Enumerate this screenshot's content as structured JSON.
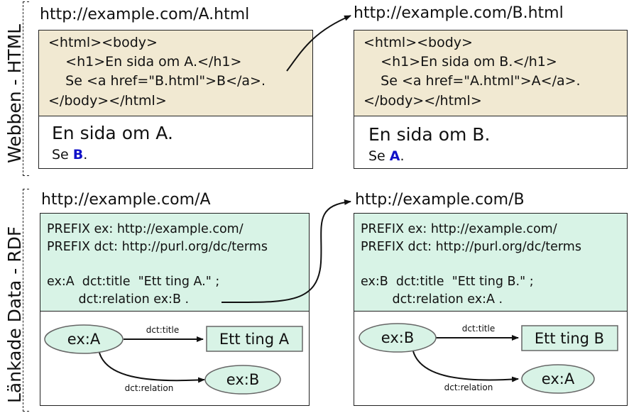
{
  "web_section": {
    "label": "Webben - HTML",
    "page_a": {
      "url": "http://example.com/A.html",
      "code": [
        "<html><body>",
        "    <h1>En sida om A.</h1>",
        "    Se <a href=\"B.html\">B</a>.",
        "</body></html>"
      ],
      "rendered_title": "En sida om A.",
      "rendered_prefix": "Se ",
      "rendered_link": "B",
      "rendered_suffix": "."
    },
    "page_b": {
      "url": "http://example.com/B.html",
      "code": [
        "<html><body>",
        "    <h1>En sida om B.</h1>",
        "    Se <a href=\"A.html\">A</a>.",
        "</body></html>"
      ],
      "rendered_title": "En sida om B.",
      "rendered_prefix": "Se ",
      "rendered_link": "A",
      "rendered_suffix": "."
    }
  },
  "data_section": {
    "label": "Länkade Data - RDF",
    "resource_a": {
      "url": "http://example.com/A",
      "code": [
        "PREFIX ex: http://example.com/",
        "PREFIX dct: http://purl.org/dc/terms",
        "",
        "ex:A  dct:title  \"Ett ting A.\" ;",
        "        dct:relation ex:B ."
      ],
      "graph": {
        "subject": "ex:A",
        "title_predicate": "dct:title",
        "title_literal": "Ett ting A",
        "relation_predicate": "dct:relation",
        "relation_object": "ex:B"
      }
    },
    "resource_b": {
      "url": "http://example.com/B",
      "code": [
        "PREFIX ex: http://example.com/",
        "PREFIX dct: http://purl.org/dc/terms",
        "",
        "ex:B  dct:title  \"Ett ting B.\" ;",
        "        dct:relation ex:A ."
      ],
      "graph": {
        "subject": "ex:B",
        "title_predicate": "dct:title",
        "title_literal": "Ett ting B",
        "relation_predicate": "dct:relation",
        "relation_object": "ex:A"
      }
    }
  },
  "colors": {
    "html_code_bg": "#f1e9d2",
    "rdf_code_bg": "#d8f3e6",
    "link": "#1010c8",
    "node_fill": "#d8f3e6",
    "stroke": "#222222"
  }
}
